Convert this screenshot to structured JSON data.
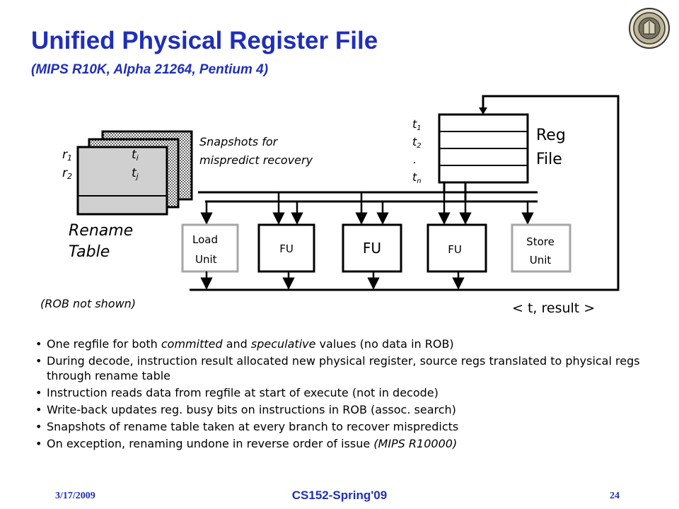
{
  "slide": {
    "title": "Unified Physical Register File",
    "subtitle": "(MIPS R10K, Alpha 21264, Pentium 4)"
  },
  "diagram": {
    "rename_table": {
      "rows": [
        {
          "arch": "r",
          "arch_sub": "1",
          "phys": "t",
          "phys_sub": "i"
        },
        {
          "arch": "r",
          "arch_sub": "2",
          "phys": "t",
          "phys_sub": "j"
        }
      ],
      "label_line1": "Rename",
      "label_line2": "Table"
    },
    "snapshots_line1": "Snapshots for",
    "snapshots_line2": "mispredict recovery",
    "reg_file": {
      "label_line1": "Reg",
      "label_line2": "File",
      "entries": [
        {
          "name": "t",
          "sub": "1"
        },
        {
          "name": "t",
          "sub": "2"
        },
        {
          "name": ".",
          "sub": ""
        },
        {
          "name": "t",
          "sub": "n"
        }
      ]
    },
    "units": {
      "load_line1": "Load",
      "load_line2": "Unit",
      "fu1": "FU",
      "fu2": "FU",
      "fu3": "FU",
      "store_line1": "Store",
      "store_line2": "Unit"
    },
    "rob_note": "(ROB not shown)",
    "result_bus": "< t, result >",
    "unit_border_color": "#a6a6a6",
    "table_fill_color": "#d0d0d0"
  },
  "bullets": [
    {
      "parts": [
        {
          "text": "One regfile for both ",
          "em": false
        },
        {
          "text": "committed",
          "em": true
        },
        {
          "text": " and ",
          "em": false
        },
        {
          "text": "speculative",
          "em": true
        },
        {
          "text": " values (no data in ROB)",
          "em": false
        }
      ]
    },
    {
      "parts": [
        {
          "text": "During decode, instruction result allocated new physical register, source regs translated to physical regs through rename table",
          "em": false
        }
      ]
    },
    {
      "parts": [
        {
          "text": "Instruction reads data from regfile at start of execute (not in decode)",
          "em": false
        }
      ]
    },
    {
      "parts": [
        {
          "text": "Write-back updates reg. busy bits on instructions in ROB (assoc. search)",
          "em": false
        }
      ]
    },
    {
      "parts": [
        {
          "text": "Snapshots of rename table taken at every branch to recover mispredicts",
          "em": false
        }
      ]
    },
    {
      "parts": [
        {
          "text": "On exception, renaming undone in reverse order of issue ",
          "em": false
        },
        {
          "text": "(MIPS R10000)",
          "em": true
        }
      ]
    }
  ],
  "footer": {
    "date": "3/17/2009",
    "course": "CS152-Spring'09",
    "page": "24"
  },
  "colors": {
    "title": "#1f2fb8",
    "footer": "#1f2fb8"
  },
  "icons": {
    "logo": "university-seal-icon"
  }
}
